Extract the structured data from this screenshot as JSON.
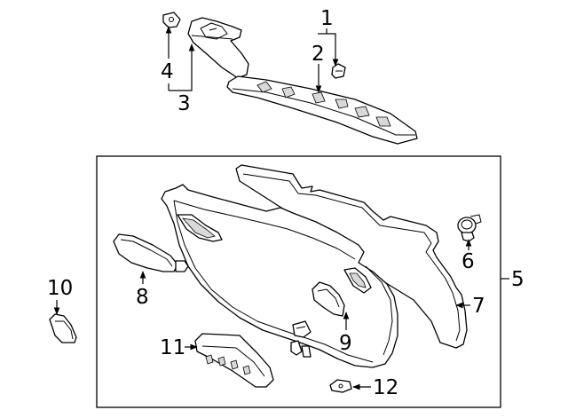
{
  "diagram": {
    "callouts": {
      "c1": "1",
      "c2": "2",
      "c3": "3",
      "c4": "4",
      "c5": "5",
      "c6": "6",
      "c7": "7",
      "c8": "8",
      "c9": "9",
      "c10": "10",
      "c11": "11",
      "c12": "12"
    }
  }
}
